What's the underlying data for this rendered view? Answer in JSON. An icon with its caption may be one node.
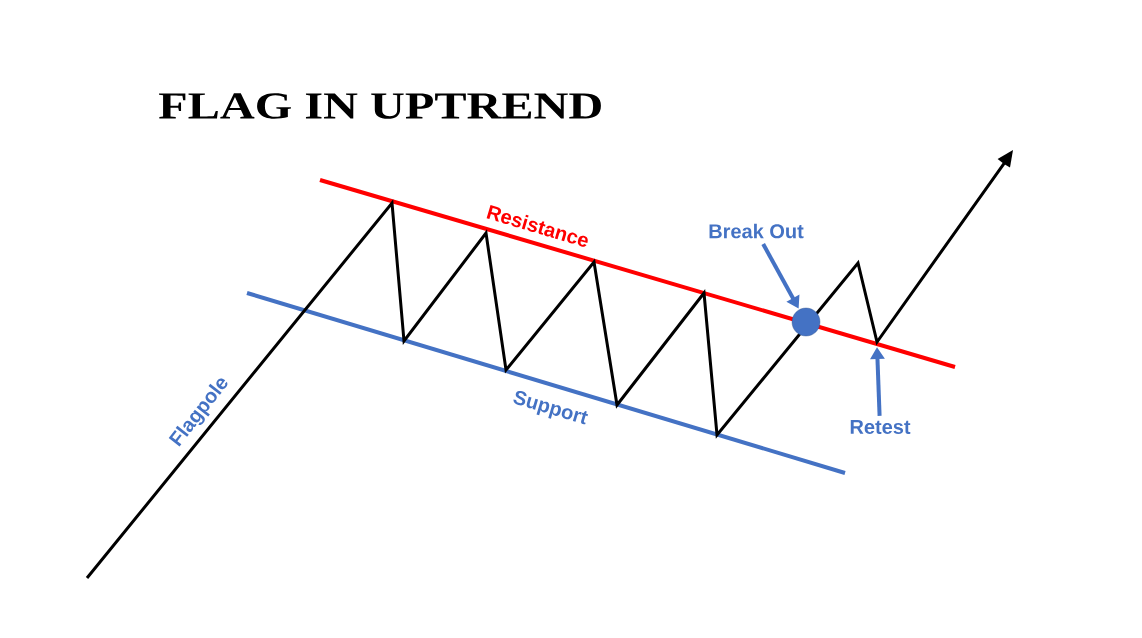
{
  "diagram": {
    "title": "FLAG IN UPTREND",
    "nodes": [
      {
        "text": [
          "Break Out"
        ]
      },
      {
        "text": [],
        "shape": "circle"
      },
      {
        "text": [
          "Retest"
        ]
      }
    ],
    "edges": [
      {
        "from": 0,
        "to": 1,
        "arrow": "to"
      },
      {
        "from": 2,
        "to": null,
        "arrow": "to"
      }
    ],
    "labels": [
      "Resistance",
      "Flagpole",
      "Support"
    ]
  }
}
